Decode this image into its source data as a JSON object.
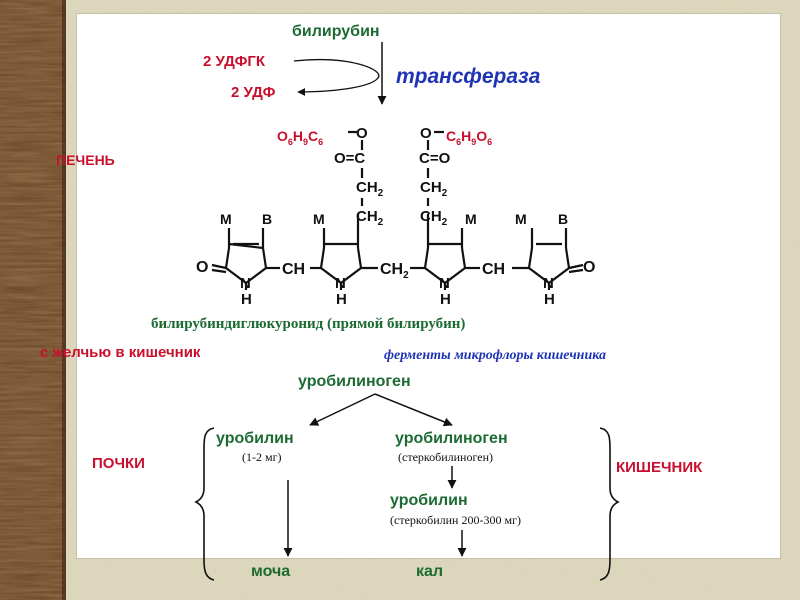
{
  "colors": {
    "green": "#1d6b33",
    "red": "#c8102e",
    "blue": "#1f33b5",
    "black": "#111111"
  },
  "labels": {
    "bilirubin": "билирубин",
    "udpgk": "2 УДФГК",
    "udp": "2 УДФ",
    "transferase": "трансфераза",
    "liver": "ПЕЧЕНЬ",
    "ester_left": "O6H9C6",
    "ester_right": "C6H9O6",
    "diglucuronide": "билирубиндиглюкуронид (прямой билирубин)",
    "with_bile": "с желчью в кишечник",
    "microflora": "ферменты микрофлоры кишечника",
    "urobilinogen": "уробилиноген",
    "urobilin_left": "уробилин",
    "urobilin_left_amount": "(1-2 мг)",
    "urobilinogen_right": "уробилиноген",
    "stercobilinogen": "(стеркобилиноген)",
    "urobilin_right": "уробилин",
    "stercobilin_amount": "(стеркобилин 200-300 мг)",
    "kidneys": "ПОЧКИ",
    "intestine": "КИШЕЧНИК",
    "urine": "моча",
    "feces": "кал"
  },
  "molecule": {
    "oxygen": "O",
    "nitrogen": "N",
    "hydrogen": "H",
    "ch": "CH",
    "ch2": "CH2",
    "c_eq_o": "O=C",
    "c_eq_o_right": "C=O",
    "ring_labels": [
      "M",
      "B",
      "M",
      "M",
      "M",
      "B"
    ]
  }
}
